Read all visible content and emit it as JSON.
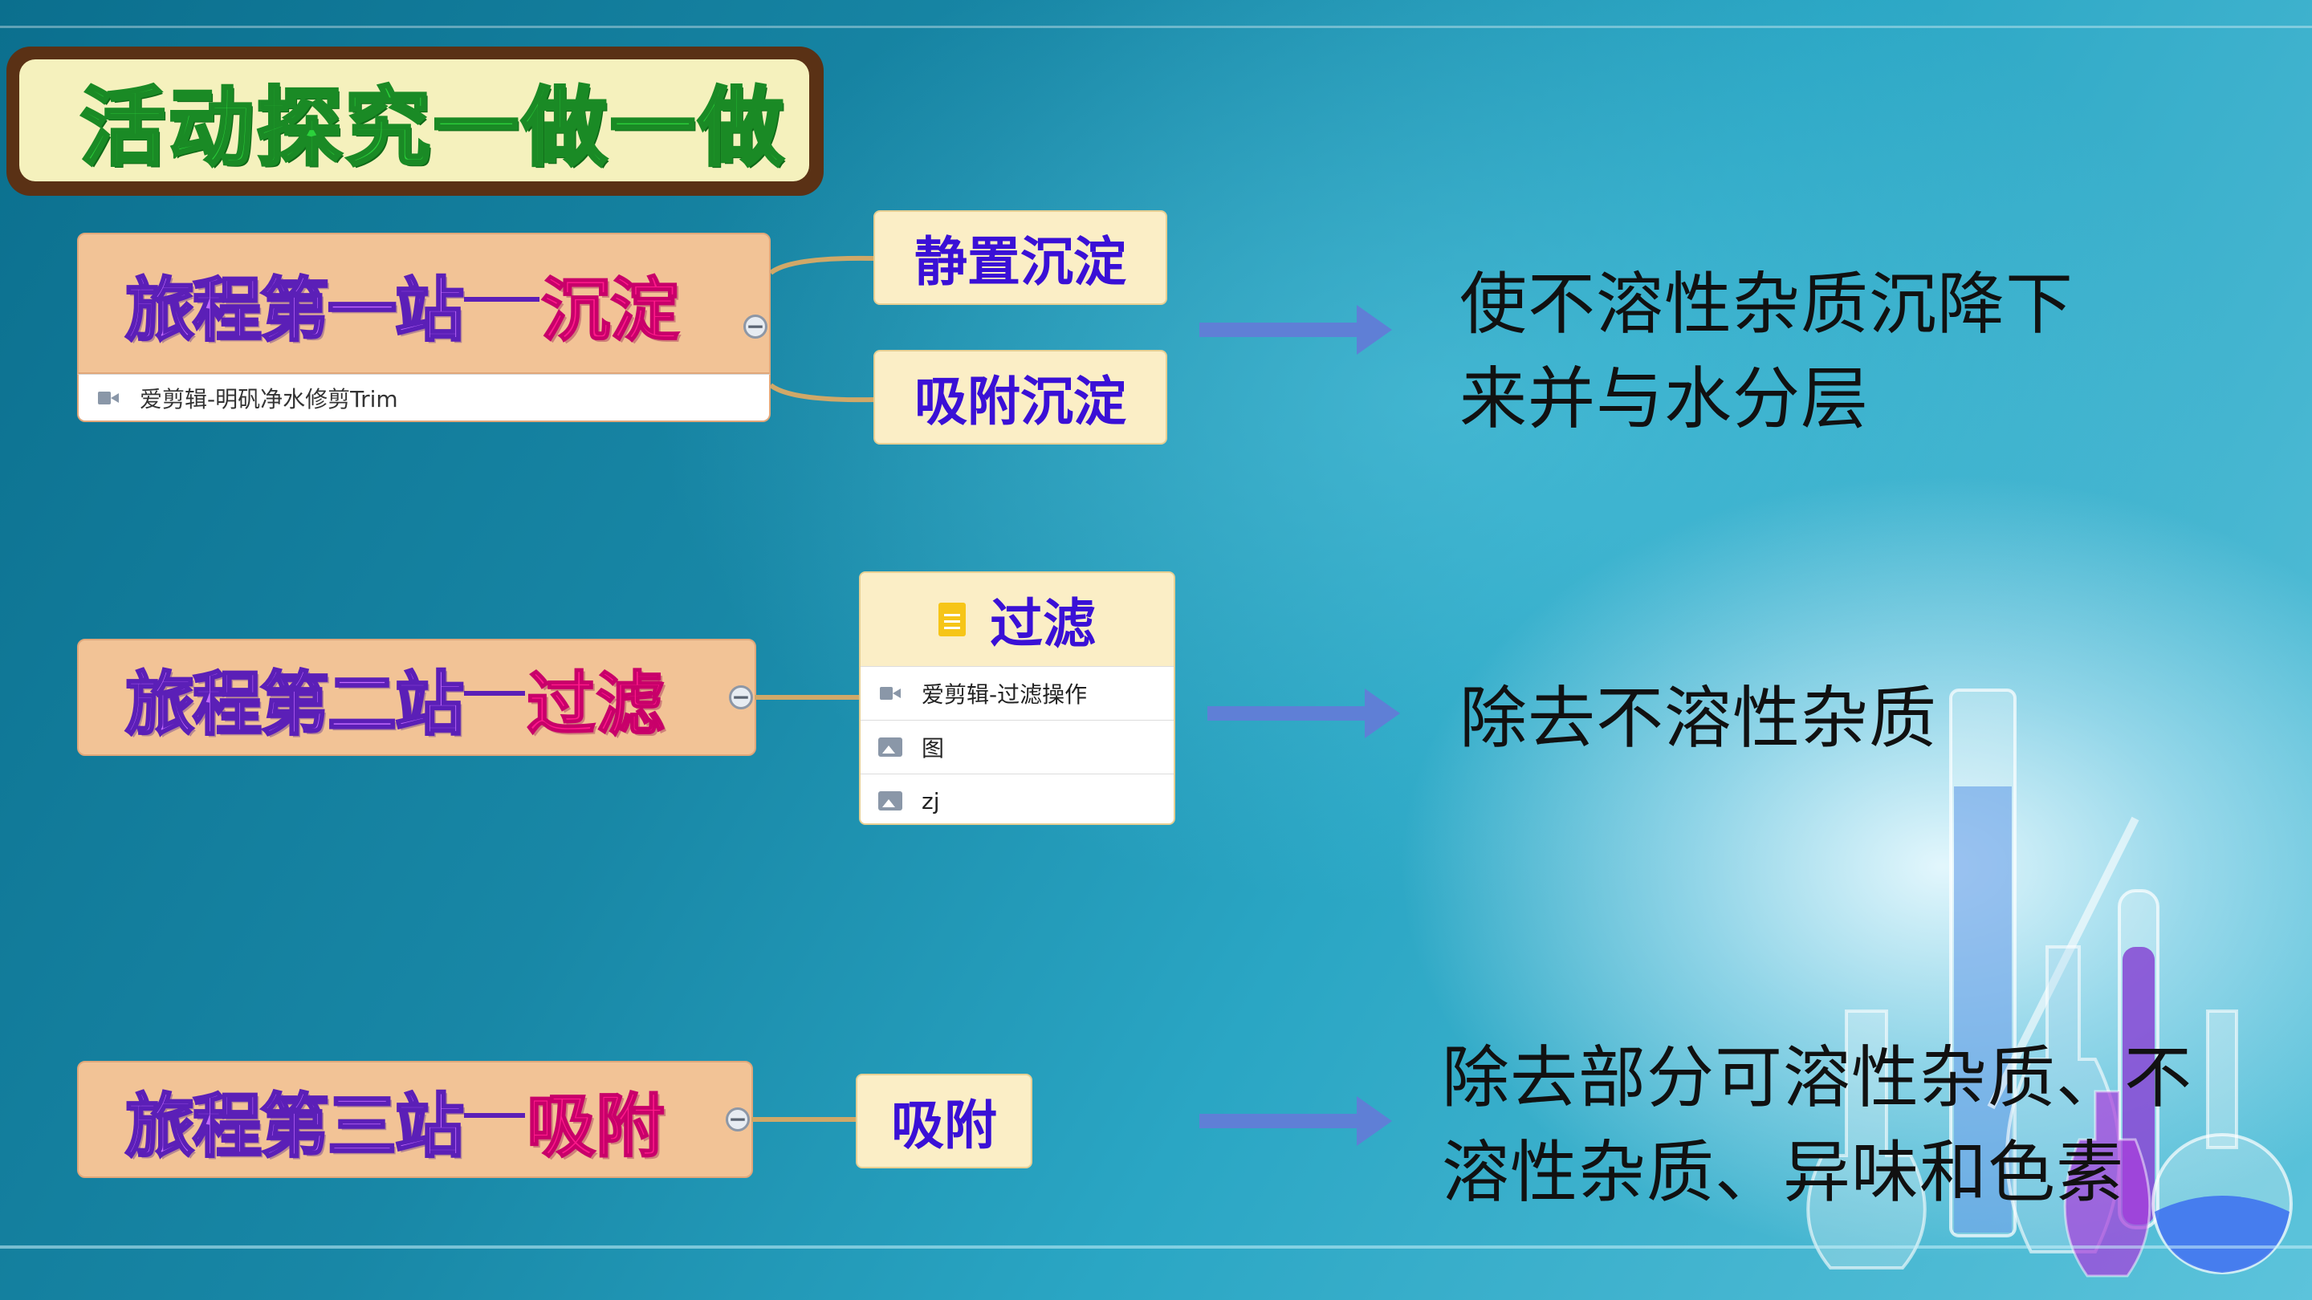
{
  "title": "活动探究一做一做",
  "stations": [
    {
      "prefix": "旅程第一站",
      "highlight": "沉淀",
      "attachment": "爱剪辑-明矾净水修剪Trim",
      "subs": [
        "静置沉淀",
        "吸附沉淀"
      ],
      "description": [
        "使不溶性杂质沉降下",
        "来并与水分层"
      ]
    },
    {
      "prefix": "旅程第二站",
      "highlight": "过滤",
      "card": {
        "title": "过滤",
        "items": [
          {
            "icon": "video-icon",
            "label": "爱剪辑-过滤操作"
          },
          {
            "icon": "image-icon",
            "label": "图"
          },
          {
            "icon": "image-icon",
            "label": "zj"
          }
        ]
      },
      "description": [
        "除去不溶性杂质"
      ]
    },
    {
      "prefix": "旅程第三站",
      "highlight": "吸附",
      "subs": [
        "吸附"
      ],
      "description": [
        "除去部分可溶性杂质、不",
        "溶性杂质、异味和色素"
      ]
    }
  ],
  "collapse_symbol": "−",
  "colors": {
    "title_green": "#2bd13b",
    "station_purple": "#c36bff",
    "station_pink": "#ff1a8c",
    "sub_text": "#3a10d6",
    "arrow": "#5f7fd6"
  }
}
